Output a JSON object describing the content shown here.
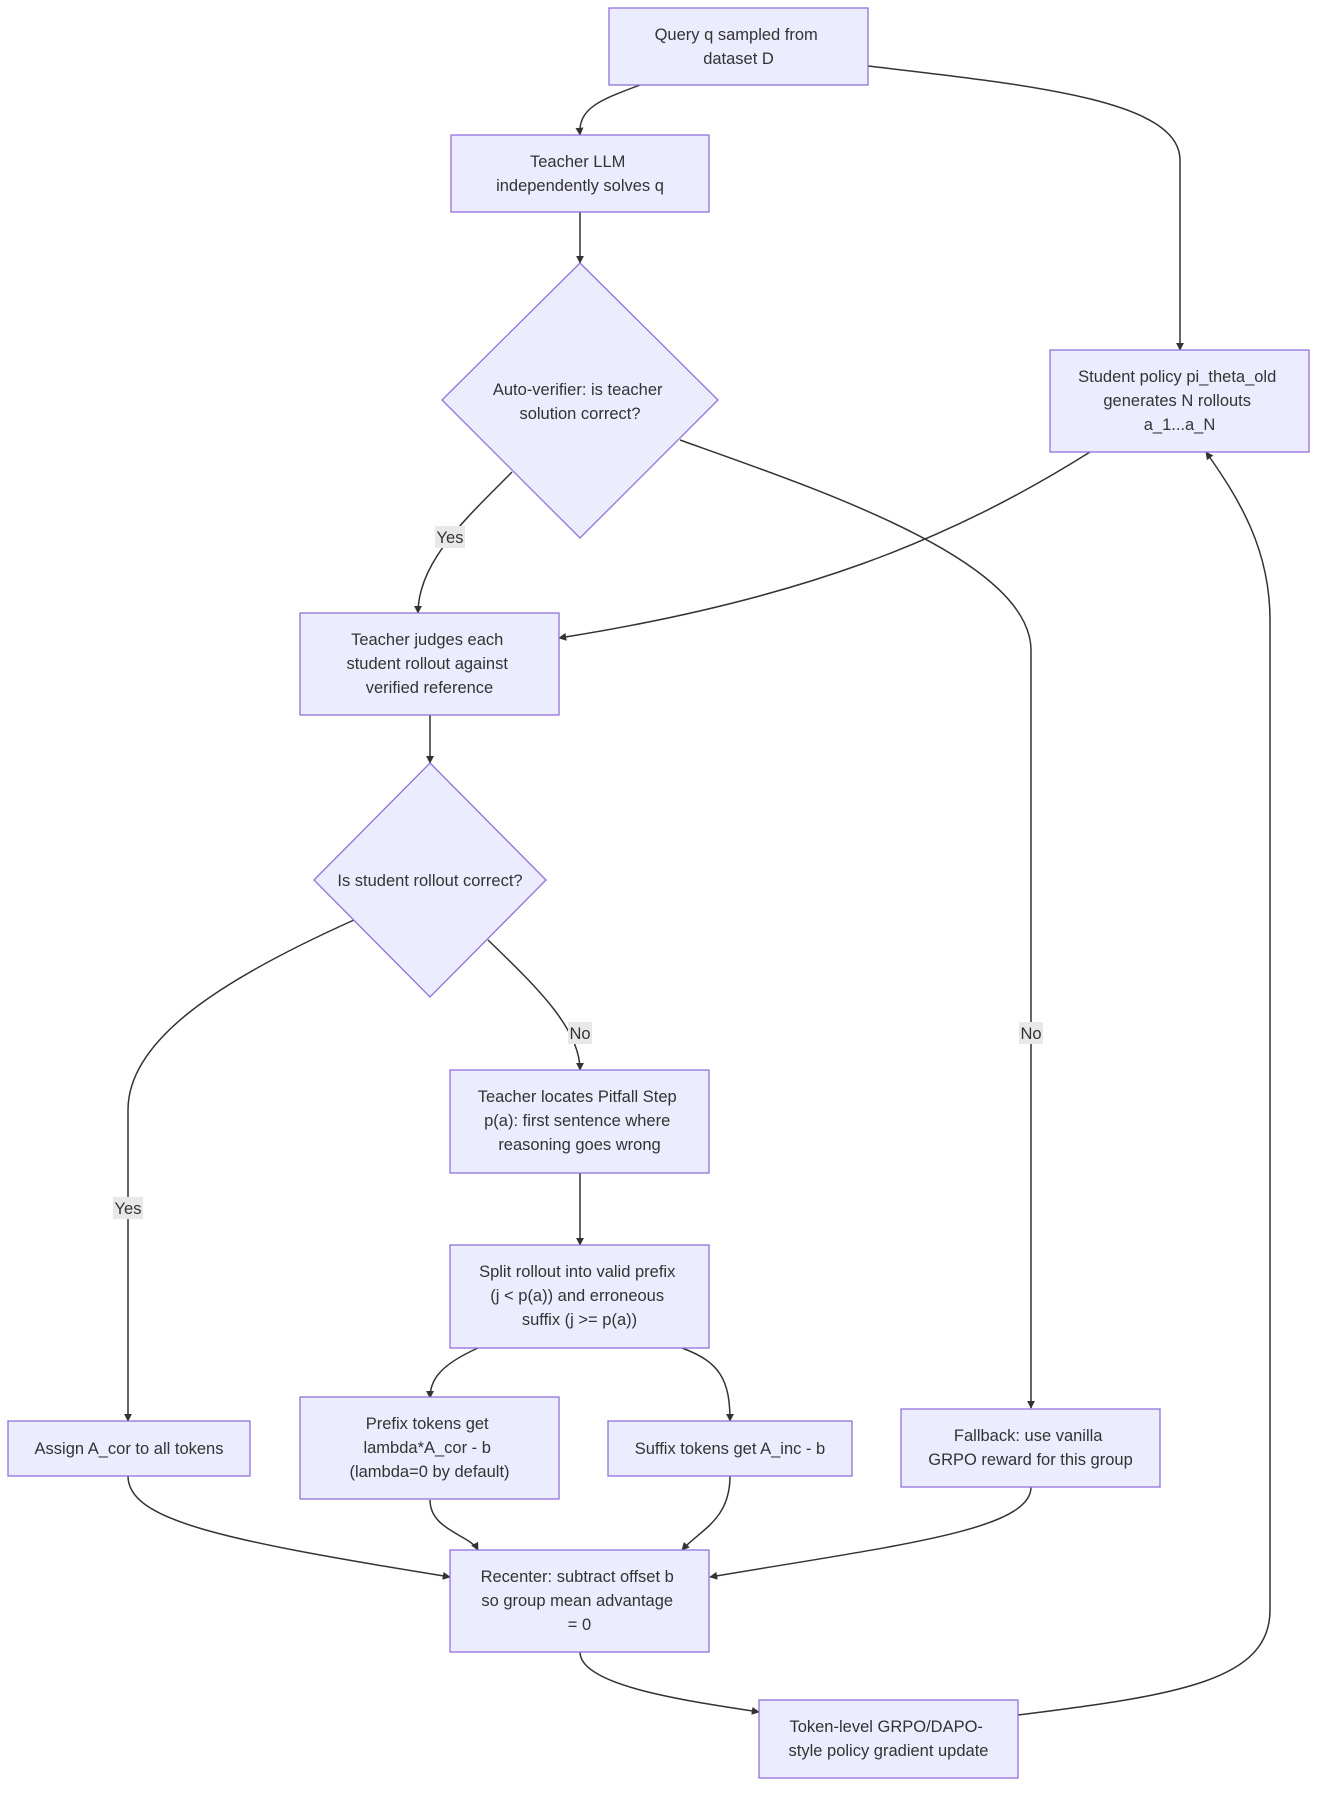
{
  "nodes": {
    "query": [
      "Query q sampled from",
      "dataset D"
    ],
    "teacher_solve": [
      "Teacher LLM",
      "independently solves q"
    ],
    "verifier": [
      "Auto-verifier: is teacher",
      "solution correct?"
    ],
    "student_policy": [
      "Student policy pi_theta_old",
      "generates N rollouts",
      "a_1...a_N"
    ],
    "teacher_judge": [
      "Teacher judges each",
      "student rollout against",
      "verified reference"
    ],
    "student_correct": [
      "Is student rollout correct?"
    ],
    "pitfall": [
      "Teacher locates Pitfall Step",
      "p(a): first sentence where",
      "reasoning goes wrong"
    ],
    "split": [
      "Split rollout into valid prefix",
      "(j < p(a)) and erroneous",
      "suffix (j >= p(a))"
    ],
    "assign_cor": [
      "Assign A_cor to all tokens"
    ],
    "prefix": [
      "Prefix tokens get",
      "lambda*A_cor - b",
      "(lambda=0 by default)"
    ],
    "suffix": [
      "Suffix tokens get A_inc - b"
    ],
    "fallback": [
      "Fallback: use vanilla",
      "GRPO reward for this group"
    ],
    "recenter": [
      "Recenter: subtract offset b",
      "so group mean advantage",
      "= 0"
    ],
    "update": [
      "Token-level GRPO/DAPO-",
      "style policy gradient update"
    ]
  },
  "edge_labels": {
    "verifier_yes": "Yes",
    "verifier_no": "No",
    "student_yes": "Yes",
    "student_no": "No"
  },
  "colors": {
    "node_fill": "#ECECFF",
    "node_stroke": "#9370DB",
    "edge": "#333333",
    "label_bg": "#e8e8e8",
    "text": "#333333"
  }
}
